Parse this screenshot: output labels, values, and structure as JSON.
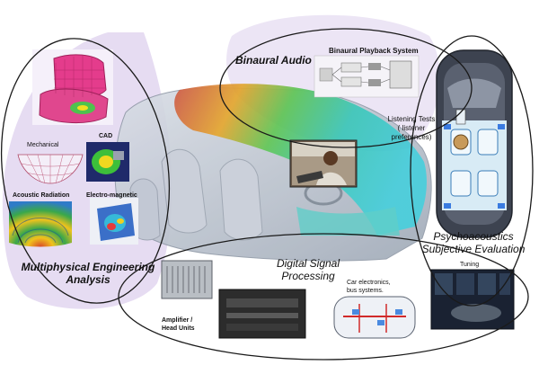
{
  "labels": {
    "binaural_audio": "Binaural Audio",
    "binaural_playback_system": "Binaural Playback System",
    "listening_tests_line1": "Listening Tests",
    "listening_tests_line2": "( listener",
    "listening_tests_line3": "preferences)",
    "mechanical": "Mechanical",
    "cad": "CAD",
    "acoustic_radiation": "Acoustic Radiation",
    "electro_magnetic": "Electro-magnetic",
    "multiphysical_line1": "Multiphysical Engineering",
    "multiphysical_line2": "Analysis",
    "dsp_line1": "Digital Signal",
    "dsp_line2": "Processing",
    "psycho_line1": "Psychoacoustics",
    "psycho_line2": "Subjective Evaluation",
    "tuning": "Tuning",
    "car_electronics_line1": "Car electronics,",
    "car_electronics_line2": "bus systems.",
    "amplifier_line1": "Amplifier /",
    "amplifier_line2": "Head Units"
  },
  "colors": {
    "lavender": "#e6dcf2",
    "car_glass": "#b9c3d0",
    "fea_red": "#d2334a",
    "fea_green": "#3bbf6a",
    "fea_cyan": "#35c9c6",
    "ellipse_stroke": "#1a1a1a"
  }
}
